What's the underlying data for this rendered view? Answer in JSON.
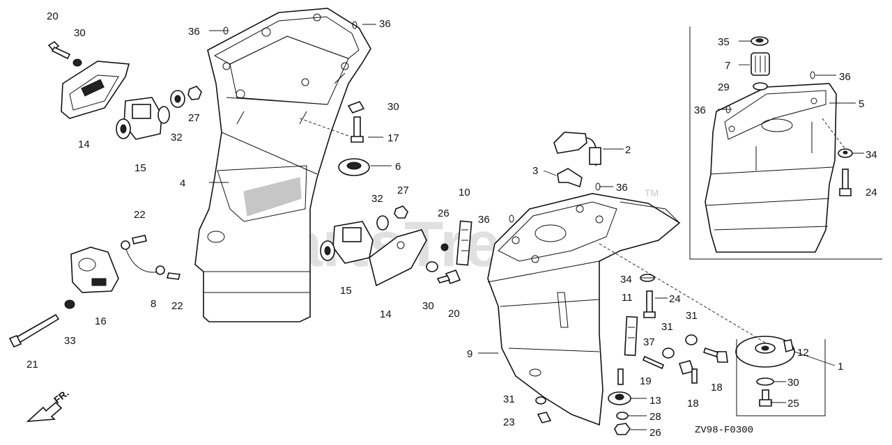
{
  "diagram": {
    "drawing_code": "ZV98-F0300",
    "watermark": "PartsTree",
    "trademark": "TM",
    "direction_label": "FR.",
    "callouts": [
      {
        "id": "c20a",
        "text": "20"
      },
      {
        "id": "c30a",
        "text": "30"
      },
      {
        "id": "c14a",
        "text": "14"
      },
      {
        "id": "c15a",
        "text": "15"
      },
      {
        "id": "c32a",
        "text": "32"
      },
      {
        "id": "c27a",
        "text": "27"
      },
      {
        "id": "c36a",
        "text": "36"
      },
      {
        "id": "c36b",
        "text": "36"
      },
      {
        "id": "c30b",
        "text": "30"
      },
      {
        "id": "c17",
        "text": "17"
      },
      {
        "id": "c6",
        "text": "6"
      },
      {
        "id": "c4",
        "text": "4"
      },
      {
        "id": "c22a",
        "text": "22"
      },
      {
        "id": "c8",
        "text": "8"
      },
      {
        "id": "c22b",
        "text": "22"
      },
      {
        "id": "c16",
        "text": "16"
      },
      {
        "id": "c33",
        "text": "33"
      },
      {
        "id": "c21",
        "text": "21"
      },
      {
        "id": "c32b",
        "text": "32"
      },
      {
        "id": "c27b",
        "text": "27"
      },
      {
        "id": "c26a",
        "text": "26"
      },
      {
        "id": "c10",
        "text": "10"
      },
      {
        "id": "c36c",
        "text": "36"
      },
      {
        "id": "c15b",
        "text": "15"
      },
      {
        "id": "c14b",
        "text": "14"
      },
      {
        "id": "c30c",
        "text": "30"
      },
      {
        "id": "c20b",
        "text": "20"
      },
      {
        "id": "c2",
        "text": "2"
      },
      {
        "id": "c3",
        "text": "3"
      },
      {
        "id": "c36d",
        "text": "36"
      },
      {
        "id": "c9",
        "text": "9"
      },
      {
        "id": "c34a",
        "text": "34"
      },
      {
        "id": "c24a",
        "text": "24"
      },
      {
        "id": "c11",
        "text": "11"
      },
      {
        "id": "c31a",
        "text": "31"
      },
      {
        "id": "c31b",
        "text": "31"
      },
      {
        "id": "c37",
        "text": "37"
      },
      {
        "id": "c19",
        "text": "19"
      },
      {
        "id": "c18a",
        "text": "18"
      },
      {
        "id": "c18b",
        "text": "18"
      },
      {
        "id": "c12",
        "text": "12"
      },
      {
        "id": "c1",
        "text": "1"
      },
      {
        "id": "c30d",
        "text": "30"
      },
      {
        "id": "c25",
        "text": "25"
      },
      {
        "id": "c13",
        "text": "13"
      },
      {
        "id": "c28",
        "text": "28"
      },
      {
        "id": "c26b",
        "text": "26"
      },
      {
        "id": "c31c",
        "text": "31"
      },
      {
        "id": "c23",
        "text": "23"
      },
      {
        "id": "c35",
        "text": "35"
      },
      {
        "id": "c7",
        "text": "7"
      },
      {
        "id": "c36e",
        "text": "36"
      },
      {
        "id": "c29",
        "text": "29"
      },
      {
        "id": "c36f",
        "text": "36"
      },
      {
        "id": "c5",
        "text": "5"
      },
      {
        "id": "c34b",
        "text": "34"
      },
      {
        "id": "c24b",
        "text": "24"
      }
    ]
  }
}
